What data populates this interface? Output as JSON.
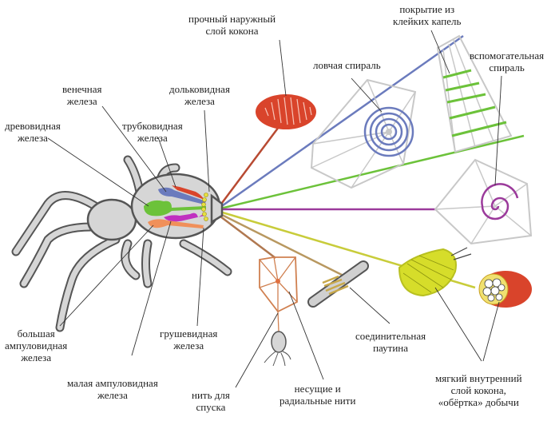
{
  "title": "Шёлкоотделительные железы паука и типы паутины",
  "colors": {
    "cocoon_outer": "#d9442b",
    "capture_spiral": "#6b7bbd",
    "sticky_coating": "#6cc23a",
    "auxiliary_spiral": "#9b3a9b",
    "attachment": "#c8a84a",
    "wrapping": "#d6dd2a",
    "dragline": "#d08050",
    "body": "#d6d6d6",
    "outline": "#555555"
  },
  "labels": {
    "cocoon_outer": [
      "прочный наружный",
      "слой  кокона"
    ],
    "sticky_coating": [
      "покрытие из",
      "клейких капель"
    ],
    "capture_spiral": [
      "ловчая спираль"
    ],
    "auxiliary_spiral": [
      "вспомогательная",
      "спираль"
    ],
    "aggregate_gland": [
      "венечная",
      "железа"
    ],
    "lobed_gland": [
      "дольковидная",
      "железа"
    ],
    "aciniform_gland": [
      "древовидная",
      "железа"
    ],
    "tubuliform_gland": [
      "трубковидная",
      "железа"
    ],
    "major_ampullate": [
      "большая",
      "ампуловидная",
      "железа"
    ],
    "piriform_gland": [
      "грушевидная",
      "железа"
    ],
    "minor_ampullate": [
      "малая ампуловидная",
      "железа"
    ],
    "dragline_descent": [
      "нить для",
      "спуска"
    ],
    "frame_radial": [
      "несущие и",
      "радиальные нити"
    ],
    "attachment_silk": [
      "соединительная",
      "паутина"
    ],
    "inner_cocoon": [
      "мягкий внутренний",
      "слой кокона,",
      "«обёртка» добычи"
    ]
  }
}
